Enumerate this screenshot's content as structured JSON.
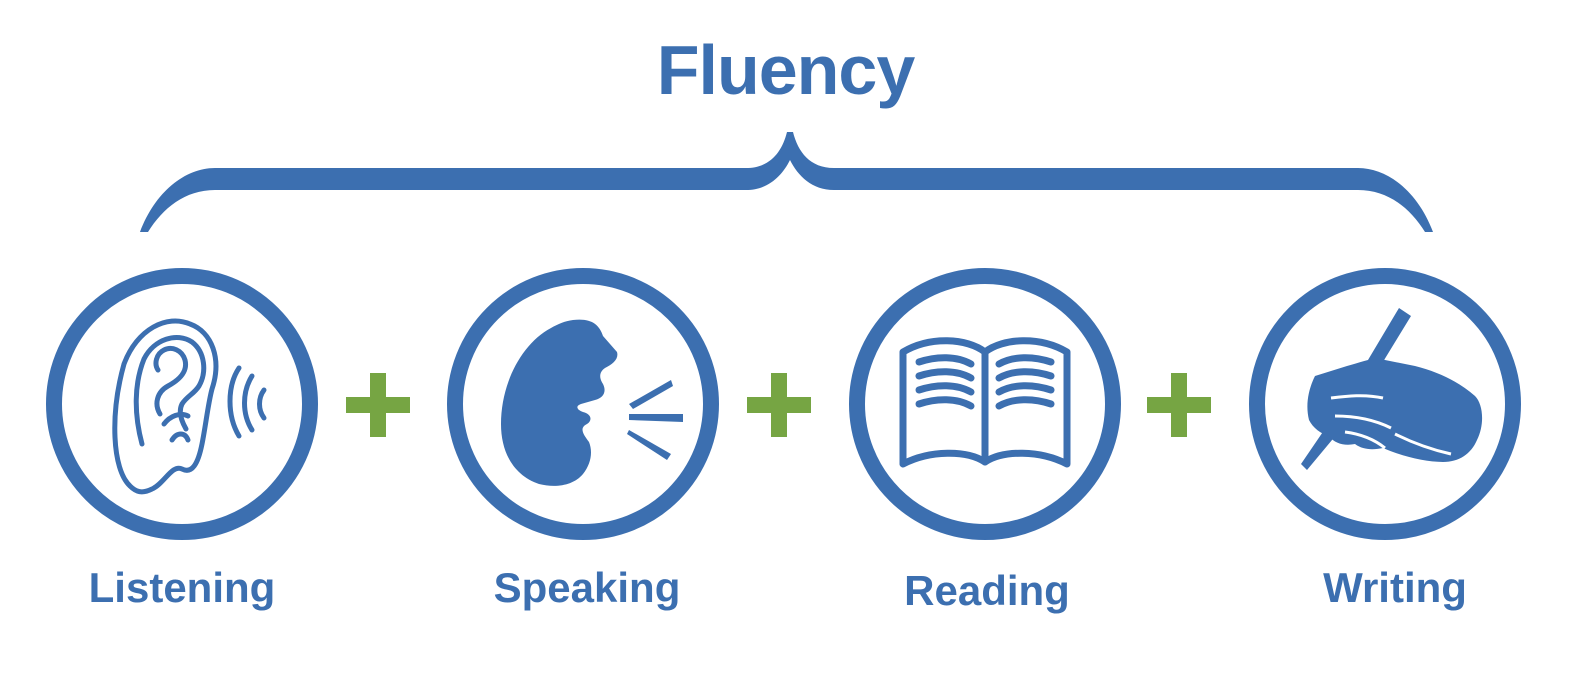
{
  "title": "Fluency",
  "colors": {
    "primary": "#3c6fb0",
    "accent": "#76a543",
    "background": "#ffffff"
  },
  "skills": [
    {
      "label": "Listening",
      "icon": "ear-icon"
    },
    {
      "label": "Speaking",
      "icon": "speaking-head-icon"
    },
    {
      "label": "Reading",
      "icon": "open-book-icon"
    },
    {
      "label": "Writing",
      "icon": "writing-hand-icon"
    }
  ],
  "operator_icon": "plus-icon"
}
